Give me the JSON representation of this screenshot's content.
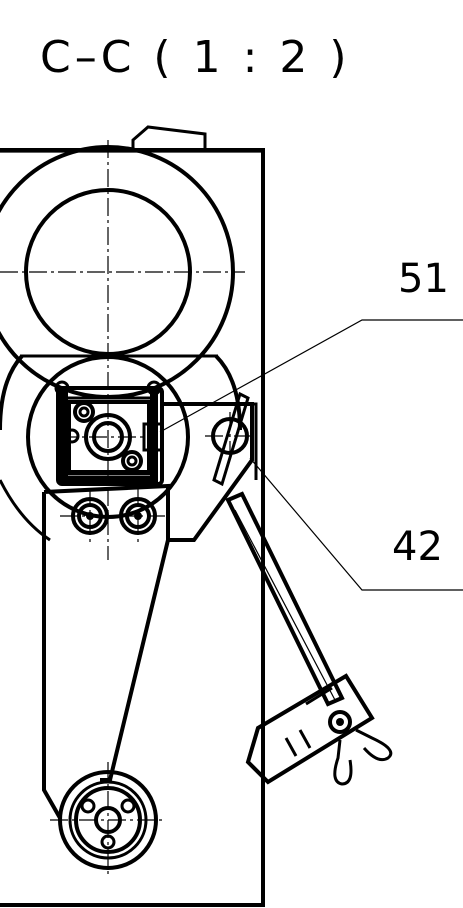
{
  "drawing": {
    "view_title": "C–C ( 1 : 2 )",
    "callouts": [
      {
        "label": "51"
      },
      {
        "label": "42"
      }
    ]
  }
}
